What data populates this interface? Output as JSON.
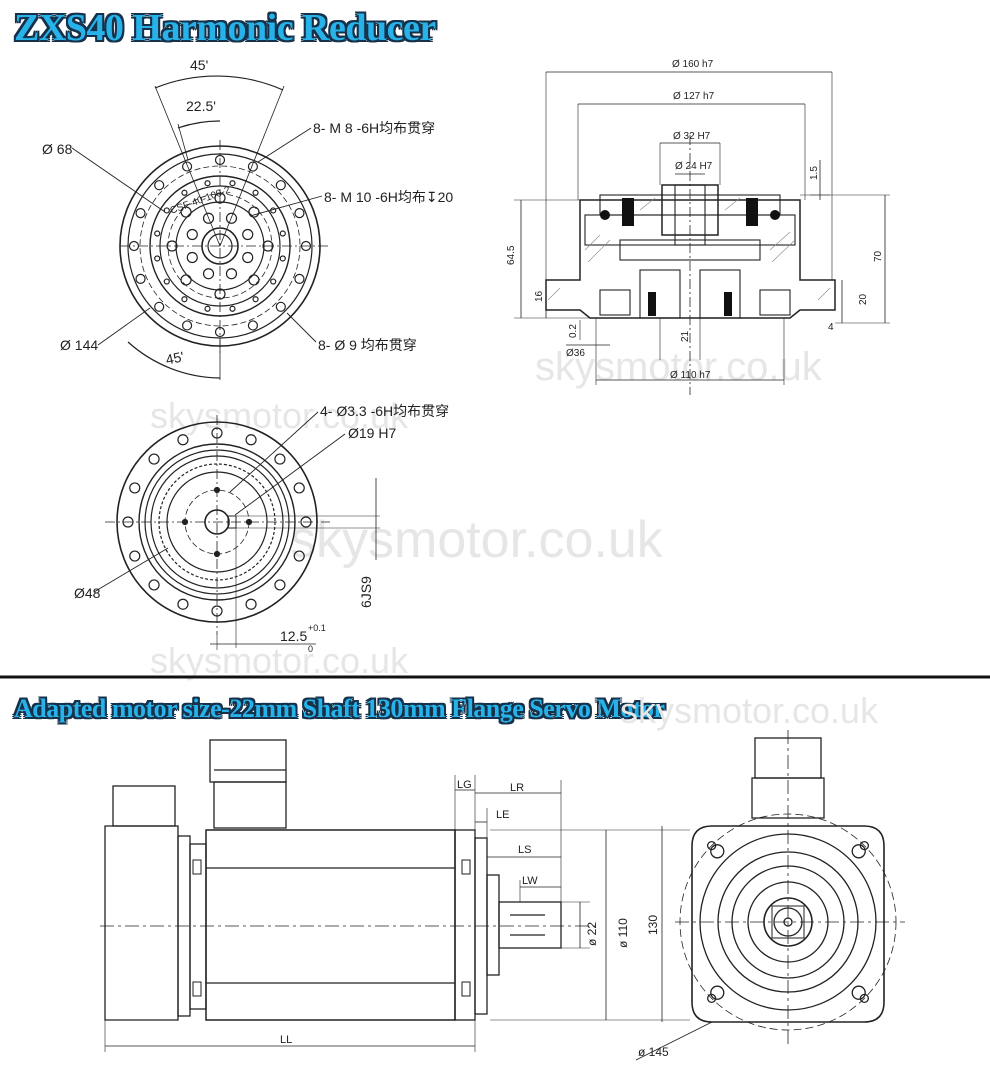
{
  "titles": {
    "reducer": "ZXS40 Harmonic Reducer",
    "motor": "Adapted motor size-22mm Shaft 130mm Flange Servo Motor"
  },
  "watermark": "skysmotor.co.uk",
  "front_view": {
    "angle_outer": "45'",
    "angle_inner": "22.5'",
    "angle_bottom": "45'",
    "dia_68": "Ø 68",
    "dia_144": "Ø 144",
    "note_m8": "8- M 8 -6H均布贯穿",
    "note_m10": "8- M 10 -6H均布↧20",
    "note_d9": "8- Ø 9 均布贯穿",
    "engraving": "CSF-40-100-2"
  },
  "section_view": {
    "d160": "Ø 160 h7",
    "d127": "Ø 127 h7",
    "d32": "Ø 32 H7",
    "d24": "Ø 24 H7",
    "h15": "1.5",
    "h645": "64.5",
    "h70": "70",
    "h16": "16",
    "h20": "20",
    "h4": "4",
    "h02": "0.2",
    "d36": "Ø36",
    "h21": "21",
    "d110": "Ø 110 h7"
  },
  "back_view": {
    "note_33": "4- Ø3.3 -6H均布贯穿",
    "note_19": "Ø19 H7",
    "dia_48": "Ø48",
    "key": "6JS9",
    "bore_base": "12.5",
    "bore_up": "+0.1",
    "bore_low": "0"
  },
  "motor_side": {
    "lg": "LG",
    "lr": "LR",
    "le": "LE",
    "ls": "LS",
    "lw": "LW",
    "d22": "ø 22",
    "d110": "ø 110",
    "h130": "130",
    "ll": "LL"
  },
  "motor_front": {
    "d145": "ø 145"
  }
}
